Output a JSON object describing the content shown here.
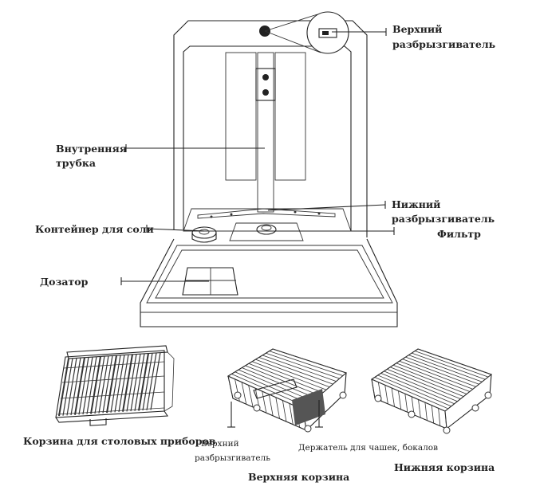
{
  "labels": {
    "upper_sprayer": [
      "Верхний",
      "разбрызгиватель"
    ],
    "inner_tube": [
      "Внутренняя",
      "трубка"
    ],
    "lower_sprayer": [
      "Нижний",
      "разбрызгиватель"
    ],
    "filter": "Фильтр",
    "salt_container": "Контейнер для соли",
    "dispenser": "Дозатор",
    "cutlery_basket": "Корзина для столовых приборов",
    "basket_upper_sprayer": [
      "Верхний",
      "разбрызгиватель"
    ],
    "cup_holder": "Держатель для чашек, бокалов",
    "upper_basket": "Верхняя корзина",
    "lower_basket": "Нижняя корзина"
  }
}
